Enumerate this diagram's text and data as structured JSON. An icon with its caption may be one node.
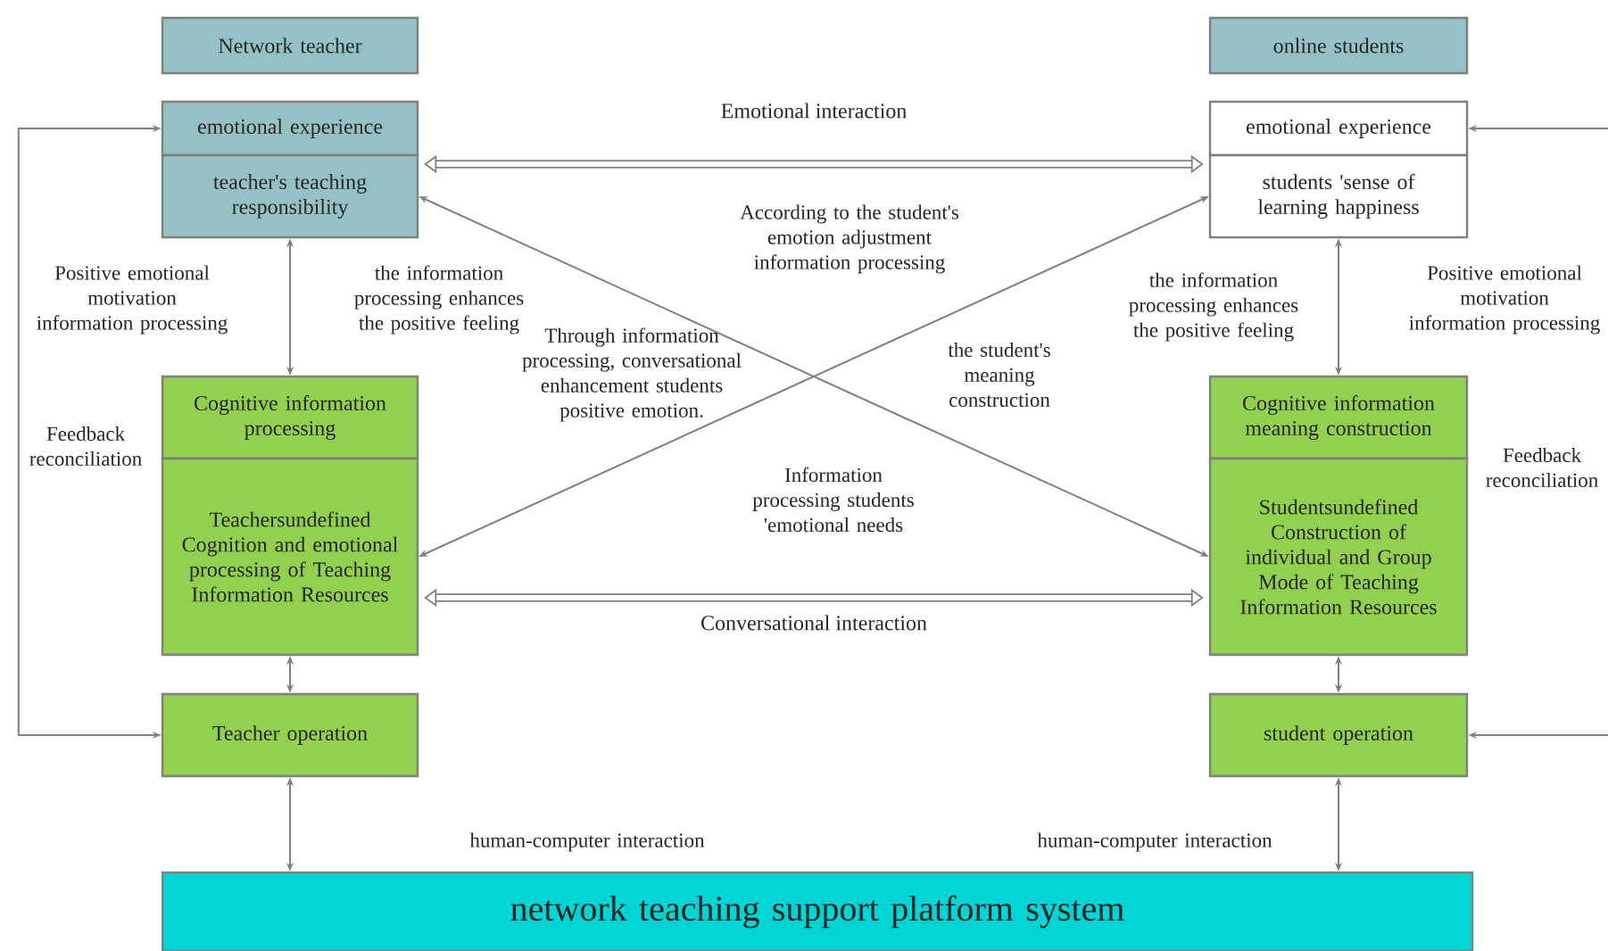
{
  "diagram": {
    "nodes": [
      {
        "text": [
          "Network teacher"
        ]
      },
      {
        "text": [
          "online students"
        ]
      },
      {
        "text": [
          "emotional experience"
        ]
      },
      {
        "text": [
          "teacher's teaching responsibility"
        ]
      },
      {
        "text": [
          "emotional experience"
        ]
      },
      {
        "text": [
          "students 'sense of learning happiness"
        ]
      },
      {
        "text": [
          "Cognitive information processing"
        ]
      },
      {
        "text": [
          "Teachersundefined Cognition and emotional processing of Teaching Information Resources"
        ]
      },
      {
        "text": [
          "Cognitive information meaning construction"
        ]
      },
      {
        "text": [
          "Studentsundefined Construction of individual and Group Mode of Teaching Information Resources"
        ]
      },
      {
        "text": [
          "Teacher operation"
        ]
      },
      {
        "text": [
          "student operation"
        ]
      },
      {
        "text": [
          "network teaching support platform system"
        ]
      }
    ],
    "edges": [
      {
        "from": 3,
        "to": 5,
        "arrow": "both",
        "style": "thick",
        "label": "Emotional interaction"
      },
      {
        "from": 3,
        "to": 6,
        "arrow": "both"
      },
      {
        "from": 5,
        "to": 8,
        "arrow": "both"
      },
      {
        "from": 9,
        "to": 3,
        "arrow": "both"
      },
      {
        "from": 7,
        "to": 5,
        "arrow": "both"
      },
      {
        "from": 7,
        "to": 9,
        "arrow": "both",
        "style": "thick",
        "label": "Conversational interaction"
      },
      {
        "from": 7,
        "to": 10,
        "arrow": "both"
      },
      {
        "from": 9,
        "to": 11,
        "arrow": "both"
      },
      {
        "from": 10,
        "to": 2,
        "arrow": "both"
      },
      {
        "from": null,
        "to": 4,
        "arrow": "to"
      },
      {
        "from": null,
        "to": 11,
        "arrow": "to"
      },
      {
        "from": 10,
        "to": 12,
        "arrow": "both"
      },
      {
        "from": 11,
        "to": 12,
        "arrow": "both"
      }
    ],
    "labels": [
      "According to the student's emotion adjustment information processing",
      "Positive emotional motivation information processing",
      "the information processing enhances the positive feeling",
      "the information processing enhances the positive feeling",
      "Positive emotional motivation information processing",
      "Through information processing, conversational enhancement students positive emotion.",
      "the student's meaning construction",
      "Feedback reconciliation",
      "Feedback reconciliation",
      "Information processing students 'emotional needs",
      "human-computer interaction",
      "human-computer interaction"
    ]
  }
}
